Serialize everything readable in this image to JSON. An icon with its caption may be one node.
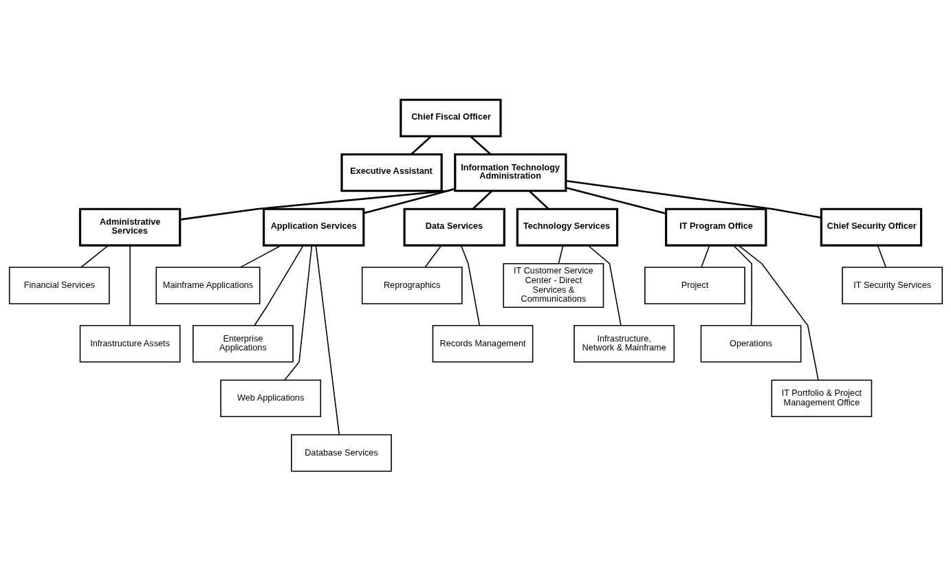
{
  "diagram": {
    "nodes": [
      {
        "text": [
          "Chief Fiscal Officer"
        ]
      },
      {
        "text": [
          "Executive Assistant"
        ]
      },
      {
        "text": [
          "Information Technology Administration"
        ]
      },
      {
        "text": [
          "Administrative Services"
        ]
      },
      {
        "text": [
          "Financial Services"
        ]
      },
      {
        "text": [
          "Infrastructure Assets"
        ]
      },
      {
        "text": [
          "Application Services"
        ]
      },
      {
        "text": [
          "Mainframe Applications"
        ]
      },
      {
        "text": [
          "Enterprise Applications"
        ]
      },
      {
        "text": [
          "Web Applications"
        ]
      },
      {
        "text": [
          "Database Services"
        ]
      },
      {
        "text": [
          "Data Services"
        ]
      },
      {
        "text": [
          "Reprographics"
        ]
      },
      {
        "text": [
          "Records Management"
        ]
      },
      {
        "text": [
          "Technology Services"
        ]
      },
      {
        "text": [
          "IT Customer Service Center - Direct Services & Communications"
        ]
      },
      {
        "text": [
          "Infrastructure, Network & Mainframe"
        ]
      },
      {
        "text": [
          "IT Program Office"
        ]
      },
      {
        "text": [
          "Project"
        ]
      },
      {
        "text": [
          "Operations"
        ]
      },
      {
        "text": [
          "IT Portfolio & Project Management Office"
        ]
      },
      {
        "text": [
          "Chief Security Officer"
        ]
      },
      {
        "text": [
          "IT Security Services"
        ]
      }
    ],
    "edges": [
      {
        "from": 0,
        "to": 1,
        "arrow": "none"
      },
      {
        "from": 0,
        "to": 2,
        "arrow": "none"
      },
      {
        "from": 2,
        "to": 3,
        "arrow": "none"
      },
      {
        "from": 2,
        "to": 6,
        "arrow": "none"
      },
      {
        "from": 2,
        "to": 11,
        "arrow": "none"
      },
      {
        "from": 2,
        "to": 14,
        "arrow": "none"
      },
      {
        "from": 2,
        "to": 17,
        "arrow": "none"
      },
      {
        "from": 2,
        "to": 21,
        "arrow": "none"
      },
      {
        "from": 3,
        "to": 4,
        "arrow": "none"
      },
      {
        "from": 3,
        "to": 5,
        "arrow": "none"
      },
      {
        "from": 6,
        "to": 7,
        "arrow": "none"
      },
      {
        "from": 6,
        "to": 8,
        "arrow": "none"
      },
      {
        "from": 6,
        "to": 9,
        "arrow": "none"
      },
      {
        "from": 6,
        "to": 10,
        "arrow": "none"
      },
      {
        "from": 11,
        "to": 12,
        "arrow": "none"
      },
      {
        "from": 11,
        "to": 13,
        "arrow": "none"
      },
      {
        "from": 14,
        "to": 15,
        "arrow": "none"
      },
      {
        "from": 14,
        "to": 16,
        "arrow": "none"
      },
      {
        "from": 17,
        "to": 18,
        "arrow": "none"
      },
      {
        "from": 17,
        "to": 19,
        "arrow": "none"
      },
      {
        "from": 17,
        "to": 20,
        "arrow": "none"
      },
      {
        "from": 21,
        "to": 22,
        "arrow": "none"
      }
    ]
  }
}
